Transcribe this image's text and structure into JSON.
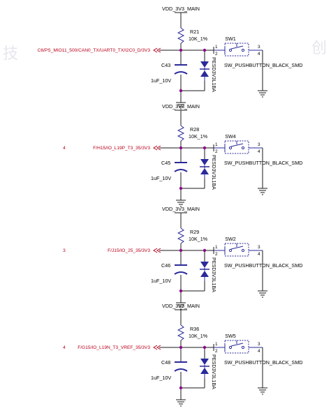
{
  "colors": {
    "wire": "#1a1a1a",
    "component": "#2a2a9a",
    "junction": "#8a0a8a",
    "net_label": "#b8001a"
  },
  "watermark": {
    "left": "技",
    "right": "创"
  },
  "blocks": [
    {
      "vdd": "VDD_3V3_MAIN",
      "resistor_ref": "R21",
      "resistor_val": "10K_1%",
      "cap_ref": "C43",
      "cap_val": "1uF_10V",
      "tvs_label": "PESD3V3L1BA",
      "switch_ref": "SW1",
      "switch_type": "SW_PUSHBUTTON_BLACK_SMD",
      "pin1": "1",
      "pin2": "2",
      "pin3": "3",
      "pin4": "4",
      "sheet_num": "",
      "net": "C6/PS_MIO11_500/CAN0_TX/UART0_TX/I2C0_D/3V3"
    },
    {
      "vdd": "VDD_3V3_MAIN",
      "resistor_ref": "R28",
      "resistor_val": "10K_1%",
      "cap_ref": "C45",
      "cap_val": "1uF_10V",
      "tvs_label": "PESD3V3L1BA",
      "switch_ref": "SW4",
      "switch_type": "SW_PUSHBUTTON_BLACK_SMD",
      "pin1": "1",
      "pin2": "2",
      "pin3": "3",
      "pin4": "4",
      "sheet_num": "4",
      "net": "F/H15/IO_L19P_T3_35/3V3"
    },
    {
      "vdd": "VDD_3V3_MAIN",
      "resistor_ref": "R29",
      "resistor_val": "10K_1%",
      "cap_ref": "C46",
      "cap_val": "1uF_10V",
      "tvs_label": "PESD3V3L1BA",
      "switch_ref": "SW2",
      "switch_type": "SW_PUSHBUTTON_BLACK_SMD",
      "pin1": "1",
      "pin2": "2",
      "pin3": "3",
      "pin4": "4",
      "sheet_num": "3",
      "net": "F/J15/IO_25_35/3V3"
    },
    {
      "vdd": "VDD_3V3_MAIN",
      "resistor_ref": "R36",
      "resistor_val": "10K_1%",
      "cap_ref": "C48",
      "cap_val": "1uF_10V",
      "tvs_label": "PESD3V3L1BA",
      "switch_ref": "SW5",
      "switch_type": "SW_PUSHBUTTON_BLACK_SMD",
      "pin1": "1",
      "pin2": "2",
      "pin3": "3",
      "pin4": "4",
      "sheet_num": "4",
      "net": "F/G15/IO_L19N_T3_VREF_35/3V3"
    }
  ]
}
